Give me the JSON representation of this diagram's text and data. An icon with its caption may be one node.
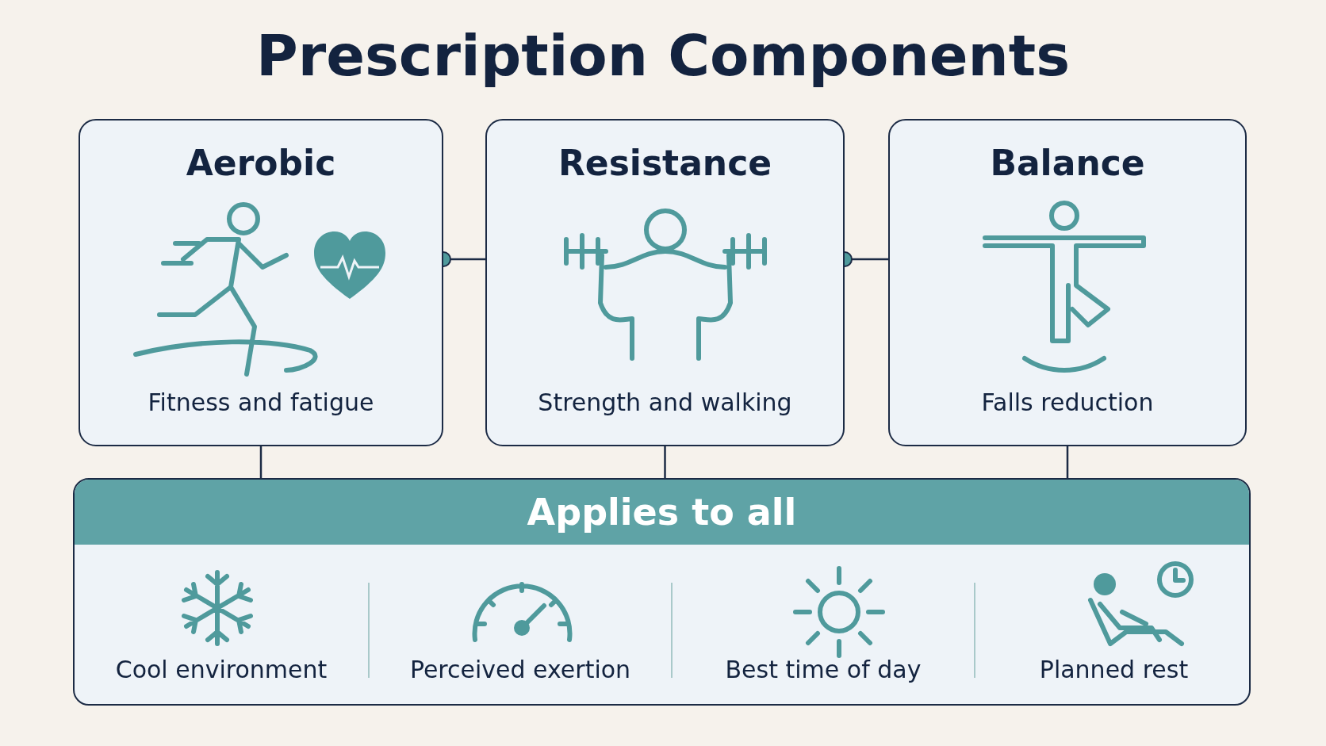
{
  "diagram": {
    "title": "Prescription Components",
    "nodes": [
      {
        "text": [
          "Aerobic",
          "Fitness and fatigue"
        ]
      },
      {
        "text": [
          "Resistance",
          "Strength and walking"
        ]
      },
      {
        "text": [
          "Balance",
          "Falls reduction"
        ]
      },
      {
        "text": [
          "Applies to all"
        ]
      },
      {
        "text": [
          "Cool environment"
        ],
        "in": 3
      },
      {
        "text": [
          "Perceived exertion"
        ],
        "in": 3
      },
      {
        "text": [
          "Best time of day"
        ],
        "in": 3
      },
      {
        "text": [
          "Planned rest"
        ],
        "in": 3
      }
    ],
    "edges": [
      {
        "from": 0,
        "to": 1,
        "arrow": "other"
      },
      {
        "from": 1,
        "to": 2,
        "arrow": "other"
      },
      {
        "from": 0,
        "to": 3,
        "arrow": "none"
      },
      {
        "from": 1,
        "to": 3,
        "arrow": "none"
      },
      {
        "from": 2,
        "to": 3,
        "arrow": "none"
      }
    ]
  }
}
